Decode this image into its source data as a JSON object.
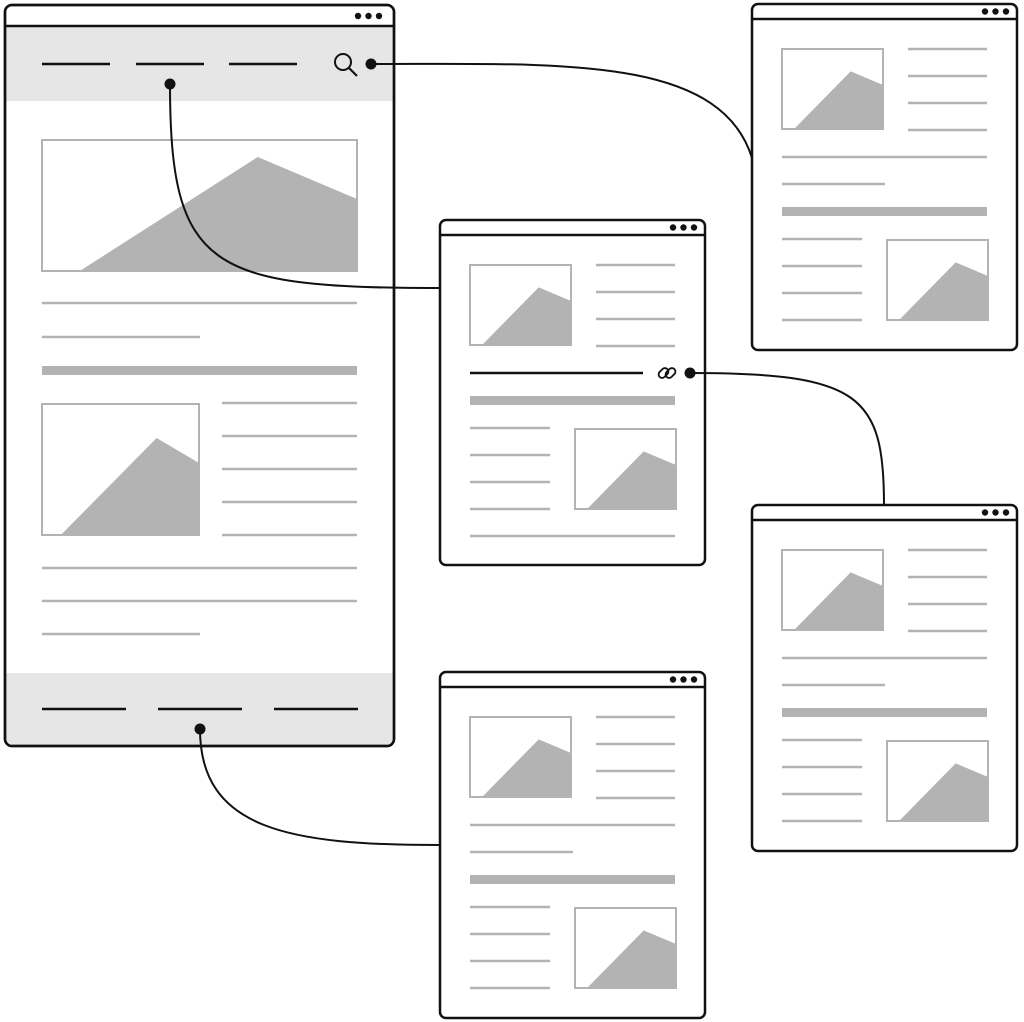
{
  "diagram": {
    "main_page": {
      "header_nav_items": 3,
      "footer_nav_items": 3,
      "header_icon": "search-icon"
    },
    "linked_pages": [
      {
        "id": "search-results-page",
        "linked_from": "search-icon"
      },
      {
        "id": "nav-page",
        "linked_from": "header-nav-item-2"
      },
      {
        "id": "link-target-page",
        "linked_from": "link-icon"
      },
      {
        "id": "footer-page",
        "linked_from": "footer-nav-item-2"
      }
    ],
    "link_icon": "link-icon",
    "window_control_dots": 3
  },
  "colors": {
    "stroke": "#111111",
    "placeholder": "#b3b3b3",
    "header_footer_band": "#e6e6e6",
    "background": "#ffffff"
  }
}
